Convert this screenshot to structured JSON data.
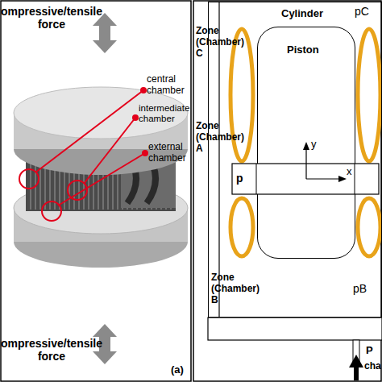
{
  "diagram": {
    "nodes": [
      {
        "text": [
          "Cylinder"
        ]
      },
      {
        "text": [
          "Piston"
        ],
        "in": 0
      }
    ],
    "labels": [
      "ompressive/tensile force",
      "central chamber",
      "intermediate chamber",
      "external chamber",
      "ompressive/tensile force",
      "(a)",
      "Zone (Chamber) C",
      "Zone (Chamber) A",
      "p",
      "y",
      "x",
      "Zone (Chamber) B",
      "pB",
      "pC",
      "P",
      "cha"
    ]
  }
}
